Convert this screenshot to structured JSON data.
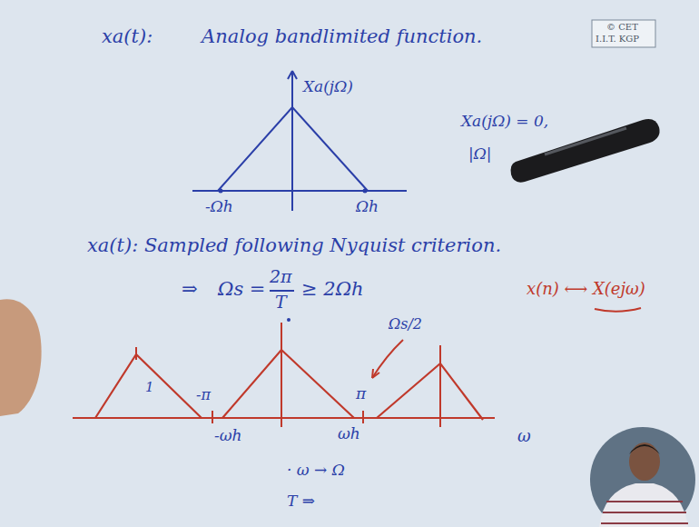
{
  "diagram": {
    "labels": [
      "xa(t):",
      "Analog bandlimited function.",
      "© CET",
      "I.I.T. KGP",
      "Xa(jΩ)",
      "-Ωh",
      "Ωh",
      "Xa(jΩ) = 0,",
      "|Ω|",
      "xa(t): Sampled following Nyquist criterion.",
      "⇒",
      "Ωs =",
      "2π",
      "T",
      "≥ 2Ωh",
      "x(n) ⟷ X(ejω)",
      "1",
      "-π",
      "-ωh",
      "ωh",
      "π",
      "Ωs/2",
      "ω",
      "· ω → Ω",
      "T ⇒"
    ]
  }
}
